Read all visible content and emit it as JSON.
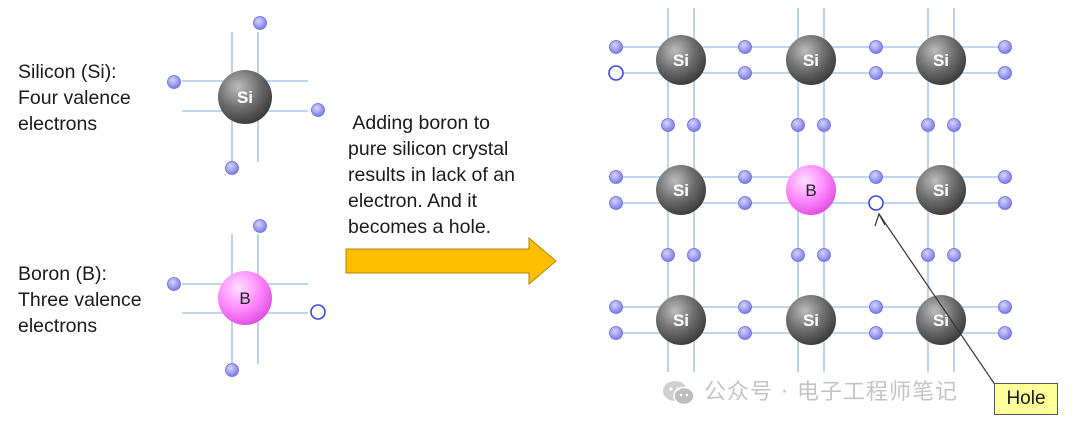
{
  "silicon_label": {
    "line1": "Silicon (Si):",
    "line2": "Four valence",
    "line3": "electrons"
  },
  "boron_label": {
    "line1": "Boron (B):",
    "line2": "Three valence",
    "line3": "electrons"
  },
  "caption": {
    "line1": " Adding boron to",
    "line2": "pure silicon crystal",
    "line3": "results in lack of an",
    "line4": "electron. And it",
    "line5": "becomes a hole."
  },
  "atoms": {
    "si_symbol": "Si",
    "b_symbol": "B"
  },
  "hole_label": "Hole",
  "watermark": "公众号 · 电子工程师笔记",
  "colors": {
    "si_atom": "#6b6b6b",
    "b_atom": "#ff80ff",
    "electron": "#8c8cf0",
    "hole_outline": "#3a4ad8",
    "bond_line": "#a9c9e8",
    "arrow_fill": "#ffbf00",
    "hole_tag_bg": "#ffff99"
  }
}
